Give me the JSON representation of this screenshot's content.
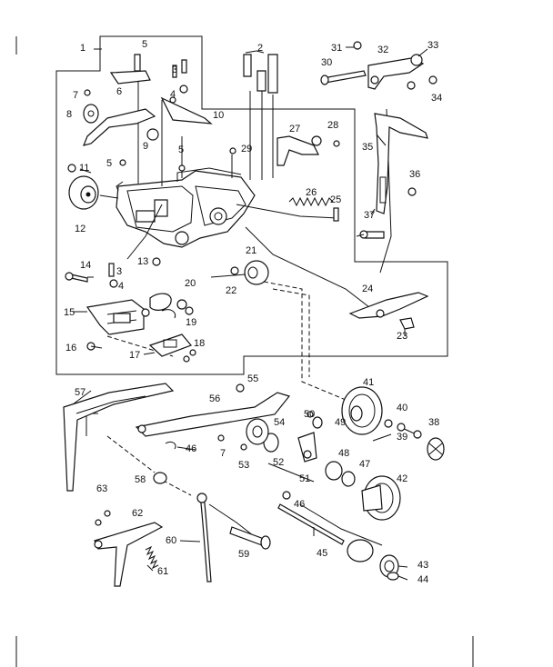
{
  "labels": [
    {
      "id": "p1",
      "text": "1"
    },
    {
      "id": "p2",
      "text": "2"
    },
    {
      "id": "p3a",
      "text": "3"
    },
    {
      "id": "p3b",
      "text": "3"
    },
    {
      "id": "p4a",
      "text": "4"
    },
    {
      "id": "p4b",
      "text": "4"
    },
    {
      "id": "p5a",
      "text": "5"
    },
    {
      "id": "p5b",
      "text": "5"
    },
    {
      "id": "p5c",
      "text": "5"
    },
    {
      "id": "p6",
      "text": "6"
    },
    {
      "id": "p7a",
      "text": "7"
    },
    {
      "id": "p7b",
      "text": "7"
    },
    {
      "id": "p8",
      "text": "8"
    },
    {
      "id": "p9",
      "text": "9"
    },
    {
      "id": "p10",
      "text": "10"
    },
    {
      "id": "p11",
      "text": "11"
    },
    {
      "id": "p12",
      "text": "12"
    },
    {
      "id": "p13",
      "text": "13"
    },
    {
      "id": "p14",
      "text": "14"
    },
    {
      "id": "p15",
      "text": "15"
    },
    {
      "id": "p16",
      "text": "16"
    },
    {
      "id": "p17",
      "text": "17"
    },
    {
      "id": "p18",
      "text": "18"
    },
    {
      "id": "p19",
      "text": "19"
    },
    {
      "id": "p20",
      "text": "20"
    },
    {
      "id": "p21",
      "text": "21"
    },
    {
      "id": "p22",
      "text": "22"
    },
    {
      "id": "p23",
      "text": "23"
    },
    {
      "id": "p24",
      "text": "24"
    },
    {
      "id": "p25",
      "text": "25"
    },
    {
      "id": "p26",
      "text": "26"
    },
    {
      "id": "p27",
      "text": "27"
    },
    {
      "id": "p28",
      "text": "28"
    },
    {
      "id": "p29",
      "text": "29"
    },
    {
      "id": "p30",
      "text": "30"
    },
    {
      "id": "p31",
      "text": "31"
    },
    {
      "id": "p32",
      "text": "32"
    },
    {
      "id": "p33",
      "text": "33"
    },
    {
      "id": "p34",
      "text": "34"
    },
    {
      "id": "p35",
      "text": "35"
    },
    {
      "id": "p36",
      "text": "36"
    },
    {
      "id": "p37",
      "text": "37"
    },
    {
      "id": "p38",
      "text": "38"
    },
    {
      "id": "p39",
      "text": "39"
    },
    {
      "id": "p40",
      "text": "40"
    },
    {
      "id": "p41",
      "text": "41"
    },
    {
      "id": "p42",
      "text": "42"
    },
    {
      "id": "p43",
      "text": "43"
    },
    {
      "id": "p44",
      "text": "44"
    },
    {
      "id": "p45",
      "text": "45"
    },
    {
      "id": "p46a",
      "text": "46"
    },
    {
      "id": "p46b",
      "text": "46"
    },
    {
      "id": "p47",
      "text": "47"
    },
    {
      "id": "p48",
      "text": "48"
    },
    {
      "id": "p49",
      "text": "49"
    },
    {
      "id": "p50",
      "text": "50"
    },
    {
      "id": "p51",
      "text": "51"
    },
    {
      "id": "p52",
      "text": "52"
    },
    {
      "id": "p53",
      "text": "53"
    },
    {
      "id": "p54",
      "text": "54"
    },
    {
      "id": "p55",
      "text": "55"
    },
    {
      "id": "p56",
      "text": "56"
    },
    {
      "id": "p57",
      "text": "57"
    },
    {
      "id": "p58",
      "text": "58"
    },
    {
      "id": "p59",
      "text": "59"
    },
    {
      "id": "p60",
      "text": "60"
    },
    {
      "id": "p61",
      "text": "61"
    },
    {
      "id": "p62",
      "text": "62"
    },
    {
      "id": "p63",
      "text": "63"
    }
  ]
}
